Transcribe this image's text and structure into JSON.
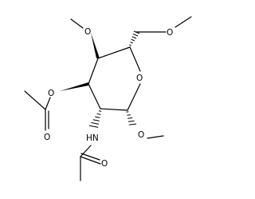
{
  "molecule": {
    "atoms": [
      {
        "id": "o_c6",
        "symbol": "O"
      },
      {
        "id": "o_c4",
        "symbol": "O"
      },
      {
        "id": "o_ring",
        "symbol": "O"
      },
      {
        "id": "o_c3",
        "symbol": "O"
      },
      {
        "id": "o_ac_carbonyl",
        "symbol": "O"
      },
      {
        "id": "nh_c2",
        "symbol": "HN"
      },
      {
        "id": "o_c1",
        "symbol": "O"
      },
      {
        "id": "o_nac_carbonyl",
        "symbol": "O"
      }
    ],
    "colors": {
      "ink": "#000000",
      "background": "#ffffff"
    }
  }
}
